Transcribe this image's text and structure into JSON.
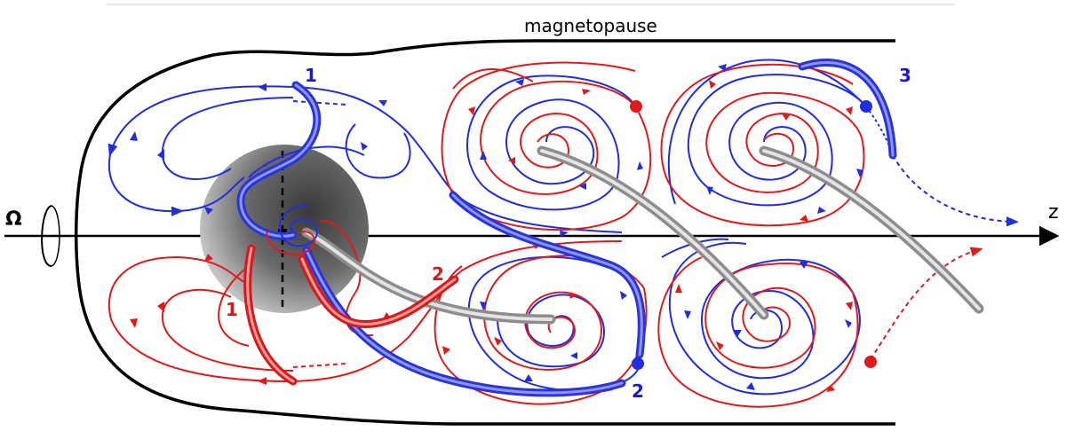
{
  "labels": {
    "magnetopause": "magnetopause",
    "axis": "z",
    "rotation": "Ω"
  },
  "markers": [
    {
      "key": "n1_blue",
      "text": "1",
      "color": "#1a1ad6"
    },
    {
      "key": "n1_red",
      "text": "1",
      "color": "#d61a1a"
    },
    {
      "key": "n2_red",
      "text": "2",
      "color": "#d61a1a"
    },
    {
      "key": "n2_blue",
      "text": "2",
      "color": "#1a1ad6"
    },
    {
      "key": "n3_blue",
      "text": "3",
      "color": "#1a1ad6"
    }
  ],
  "colors": {
    "blue_field": "#1f2ee0",
    "red_field": "#e01a1a",
    "boundary": "#000000",
    "flux_tube_grey": "#b8b8b8",
    "planet": "#6d6d6d"
  }
}
